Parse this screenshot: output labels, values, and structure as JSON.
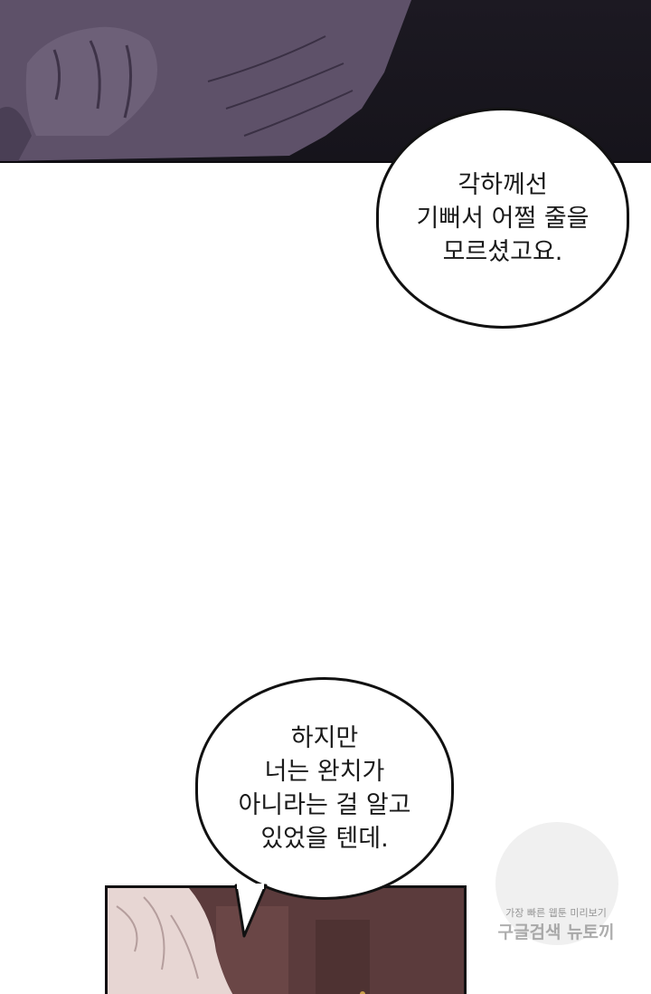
{
  "bubbles": [
    {
      "lines": [
        "각하께선",
        "기뻐서 어쩔 줄을",
        "모르셨고요."
      ]
    },
    {
      "lines": [
        "하지만",
        "너는 완치가",
        "아니라는 걸 알고",
        "있었을 텐데."
      ]
    }
  ],
  "watermark": {
    "line1": "가장 빠른 웹툰 미리보기",
    "line2": "구글검색 뉴토끼"
  },
  "colors": {
    "top_panel": "#1c1922",
    "sleeve": "#5d5068",
    "bottom_panel": "#5a3a3a"
  }
}
